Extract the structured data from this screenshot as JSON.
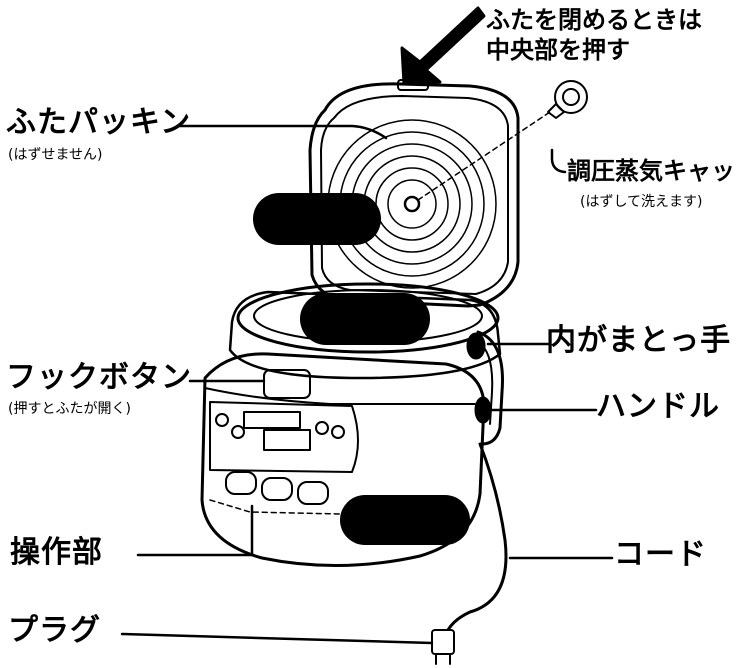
{
  "labels": {
    "lid_note_line1": "ふたを閉めるときは",
    "lid_note_line2": "中央部を押す",
    "lid_packing": "ふたパッキン",
    "lid_packing_note": "(はずせません)",
    "steam_cap": "調圧蒸気キャップ",
    "steam_cap_note": "(はずして洗えます)",
    "inner_pot_handle": "内がまとっ手",
    "hook_button": "フックボタン",
    "hook_button_note": "(押すとふたが開く)",
    "handle": "ハンドル",
    "control_panel": "操作部",
    "cord": "コード",
    "plug": "プラグ"
  },
  "colors": {
    "line": "#000000",
    "background": "#ffffff",
    "redaction": "#000000"
  }
}
